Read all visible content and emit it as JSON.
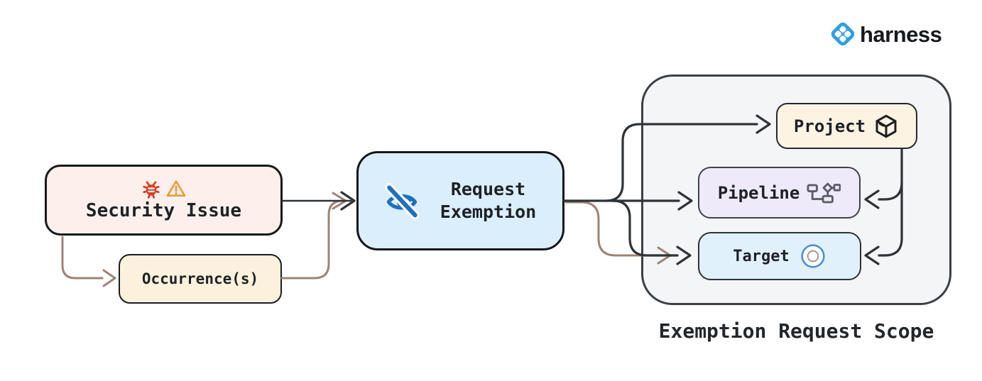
{
  "brand": {
    "logo_text": "harness",
    "logo_color": "#2f9fe5"
  },
  "nodes": {
    "security_issue": {
      "label": "Security Issue",
      "fill": "#fdf0ec",
      "icons": [
        "bug-icon",
        "warning-icon"
      ]
    },
    "occurrences": {
      "label": "Occurrence(s)",
      "fill": "#fbf1dc"
    },
    "request_exemption": {
      "label": "Request Exemption",
      "fill": "#dbeefb",
      "icons": [
        "eye-off-icon"
      ]
    },
    "project": {
      "label": "Project",
      "fill": "#fdf3e3",
      "icons": [
        "package-icon"
      ]
    },
    "pipeline": {
      "label": "Pipeline",
      "fill": "#efeafa",
      "icons": [
        "pipeline-icon"
      ]
    },
    "target": {
      "label": "Target",
      "fill": "#e1f1fc",
      "icons": [
        "target-icon"
      ]
    }
  },
  "scope": {
    "title": "Exemption Request Scope",
    "fill": "#f4f5f7",
    "contains": [
      "Project",
      "Pipeline",
      "Target"
    ]
  },
  "edges": [
    {
      "from": "security-issue",
      "to": "request-exemption",
      "color": "dark"
    },
    {
      "from": "security-issue",
      "to": "occurrences",
      "color": "brown"
    },
    {
      "from": "occurrences",
      "to": "request-exemption",
      "color": "brown"
    },
    {
      "from": "request-exemption",
      "to": "project",
      "color": "dark"
    },
    {
      "from": "request-exemption",
      "to": "pipeline",
      "color": "dark"
    },
    {
      "from": "request-exemption",
      "to": "target",
      "color": "dark"
    },
    {
      "from": "request-exemption",
      "to": "target",
      "color": "brown"
    },
    {
      "from": "project",
      "to": "pipeline",
      "color": "dark"
    },
    {
      "from": "project",
      "to": "target",
      "color": "dark"
    }
  ],
  "colors": {
    "edge_dark": "#2e3337",
    "edge_brown": "#9c8476",
    "bug_red": "#d93e22",
    "warning_orange": "#e8993a",
    "eye_blue": "#1d6fc2",
    "target_outer_blue": "#4a90d9",
    "target_inner_gray": "#9aa3ab",
    "pipeline_icon_gray": "#5d5d66",
    "harness_blue": "#2f9fe5"
  }
}
